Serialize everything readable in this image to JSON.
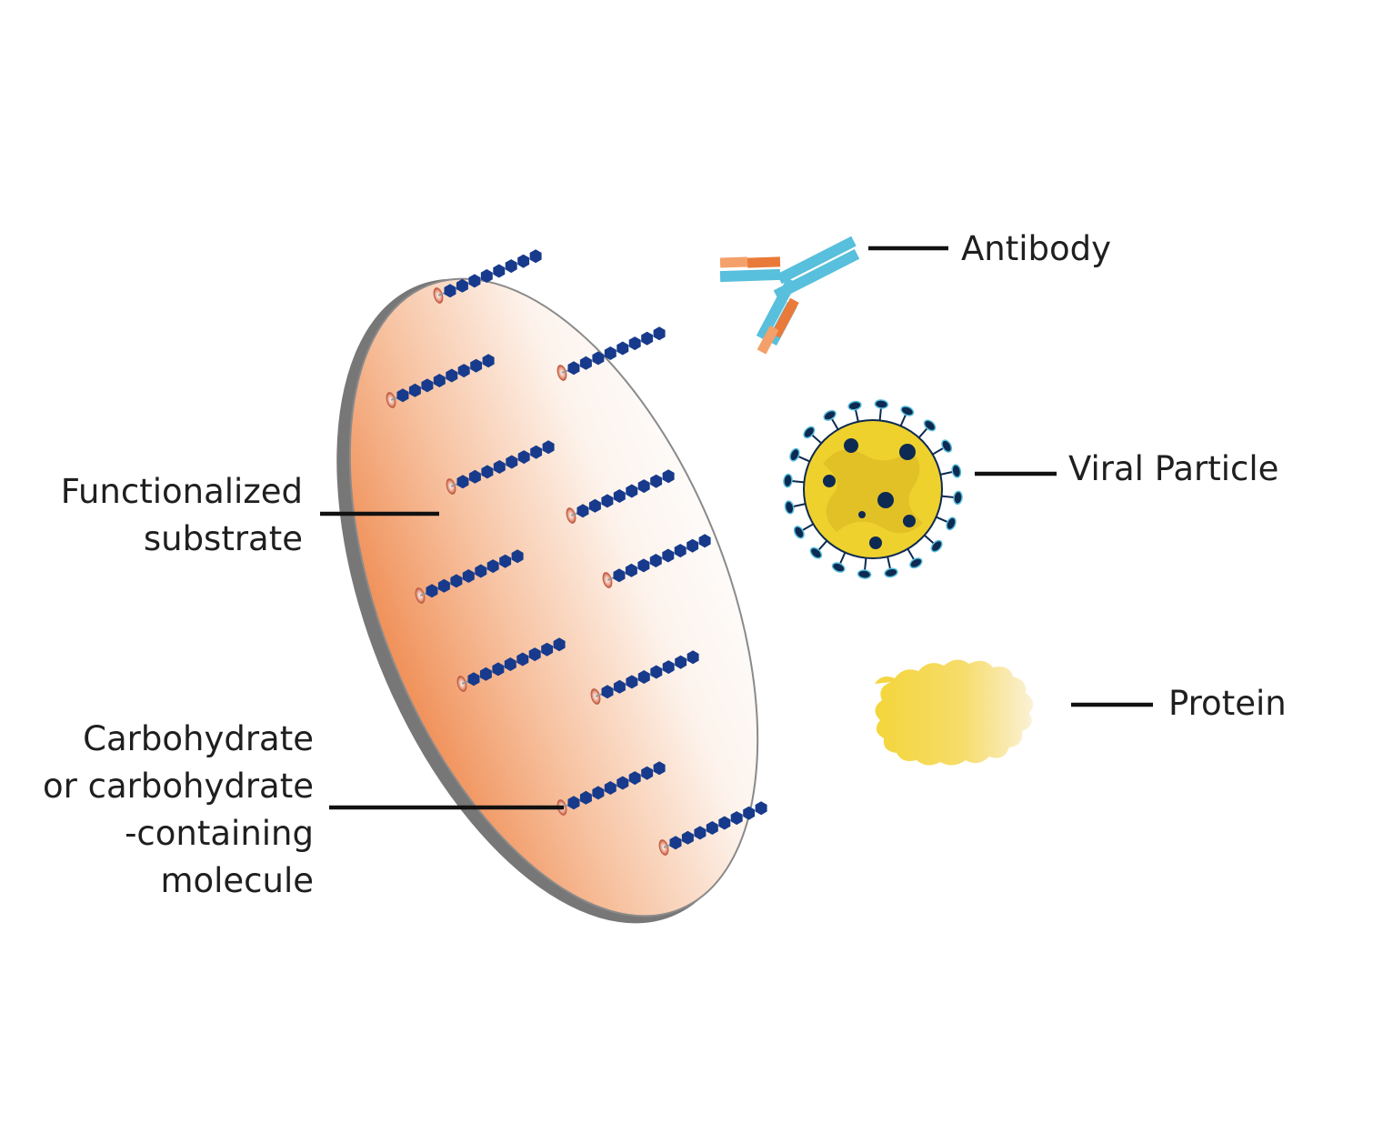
{
  "labels": {
    "antibody": "Antibody",
    "viral_particle": "Viral Particle",
    "protein": "Protein",
    "substrate_line1": "Functionalized",
    "substrate_line2": "substrate",
    "carb_line1": "Carbohydrate",
    "carb_line2": "or carbohydrate",
    "carb_line3": "-containing",
    "carb_line4": "molecule"
  },
  "colors": {
    "substrate_orange": "#f0915a",
    "substrate_white": "#fdfbf8",
    "substrate_edge": "#6b6b6b",
    "chain_blue": "#173a8c",
    "anchor_red": "#b5442b",
    "antibody_blue": "#58bfdc",
    "antibody_orange": "#ee8a4f",
    "virus_yellow": "#eed12d",
    "virus_dark": "#0d2a52",
    "protein_yellow": "#f4d53a"
  }
}
